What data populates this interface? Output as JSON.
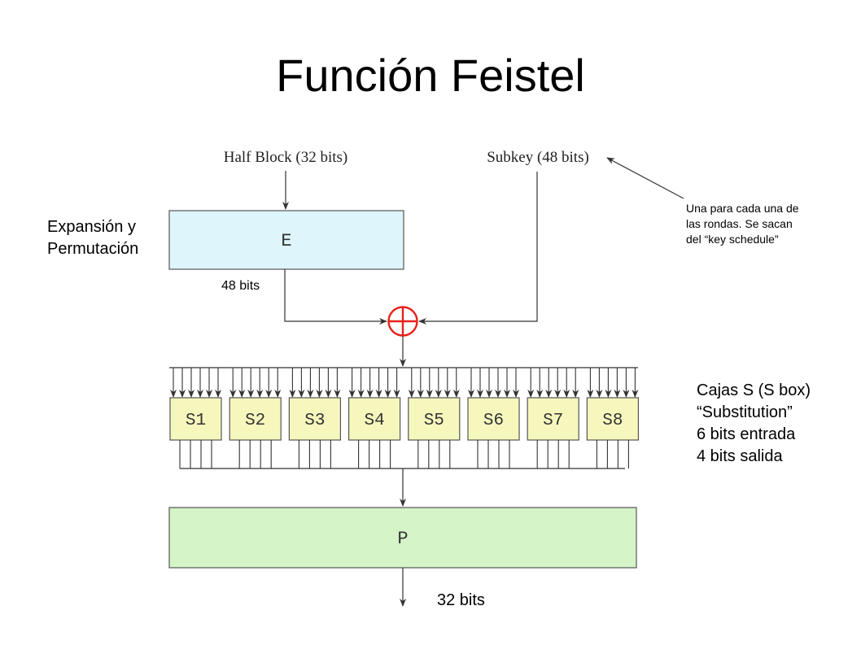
{
  "slide": {
    "title": "Función Feistel"
  },
  "diagram": {
    "half_block_label": "Half Block (32 bits)",
    "subkey_label": "Subkey (48 bits)",
    "expansion_box_label": "E",
    "permutation_box_label": "P",
    "sbox_labels": [
      "S1",
      "S2",
      "S3",
      "S4",
      "S5",
      "S6",
      "S7",
      "S8"
    ],
    "xor_color": "#e8201c",
    "expansion_fill": "#def6fb",
    "sbox_fill": "#f6f7bd",
    "permutation_fill": "#d5f4c8"
  },
  "annotations": {
    "expansion_lines": [
      "Expansión y",
      "Permutación"
    ],
    "subkey_note_lines": [
      "Una para cada una de",
      "las rondas. Se sacan",
      "del “key schedule”"
    ],
    "expansion_output": "48 bits",
    "sbox_lines": [
      "Cajas S (S box)",
      "“Substitution”",
      "6 bits entrada",
      "4 bits salida"
    ],
    "final_output": "32 bits"
  }
}
